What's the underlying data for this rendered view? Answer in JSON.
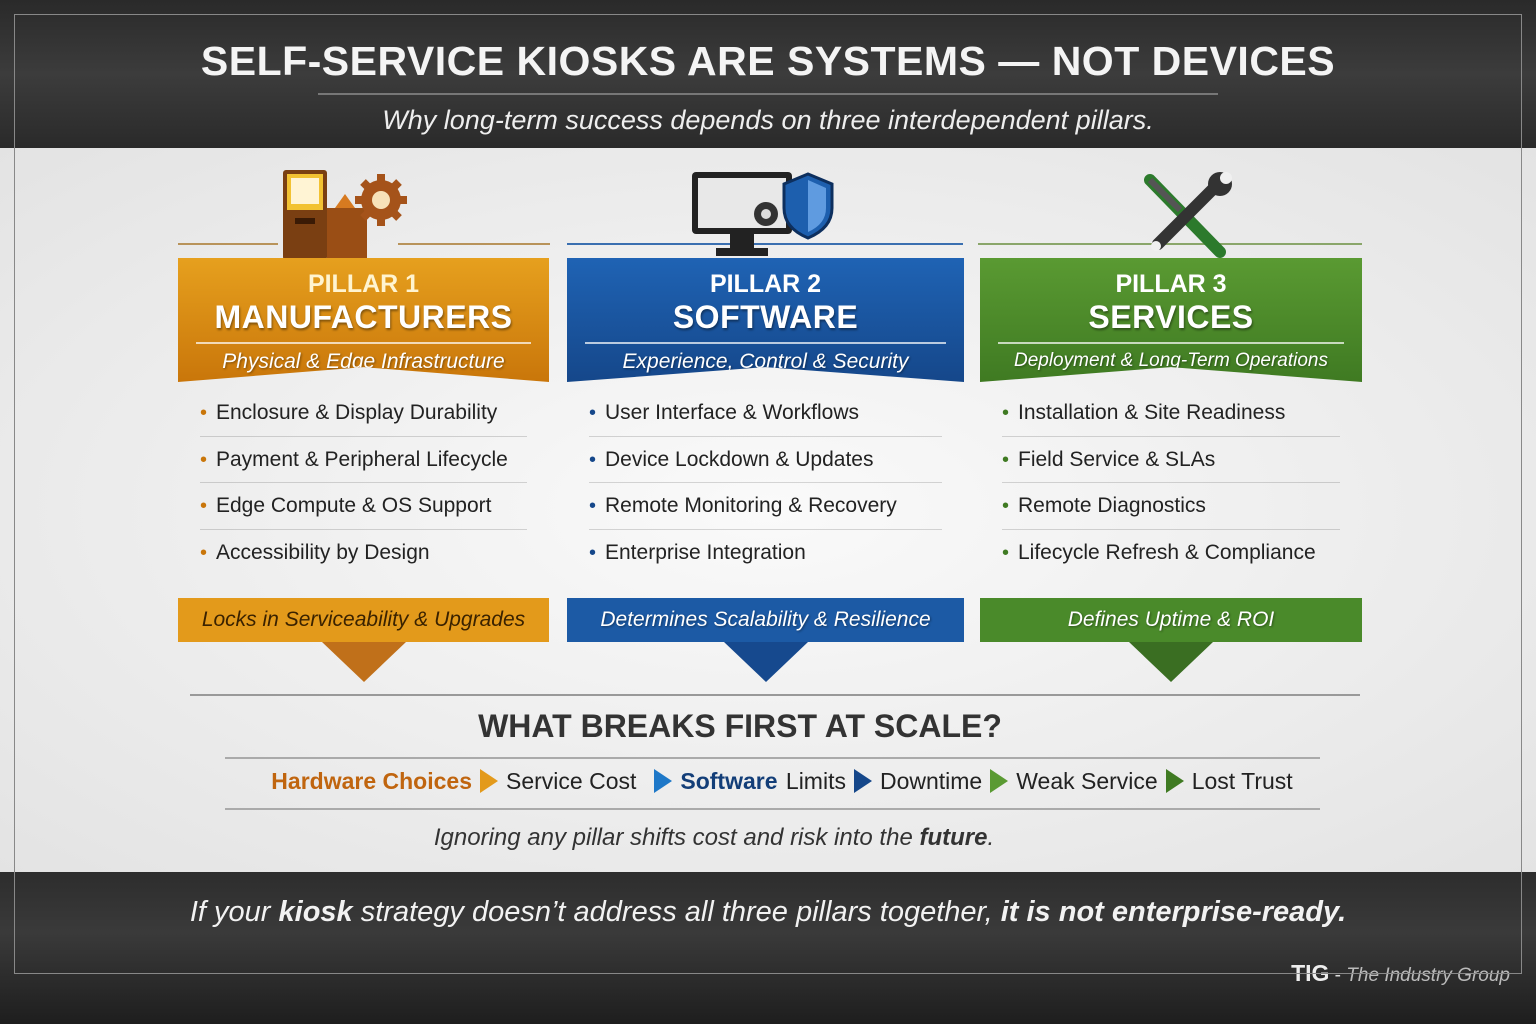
{
  "header": {
    "title": "SELF-SERVICE KIOSKS ARE SYSTEMS — NOT DEVICES",
    "subtitle": "Why long-term success depends on three interdependent pillars."
  },
  "colors": {
    "orange": "#d98a12",
    "blue": "#1a57a0",
    "green": "#4e8a2a"
  },
  "pillars": [
    {
      "label": "PILLAR 1",
      "name": "MANUFACTURERS",
      "subtitle": "Physical & Edge Infrastructure",
      "icon": "kiosk-gear-icon",
      "items": [
        "Enclosure & Display Durability",
        "Payment & Peripheral Lifecycle",
        "Edge Compute & OS Support",
        "Accessibility by Design"
      ],
      "footer": "Locks in Serviceability & Upgrades"
    },
    {
      "label": "PILLAR 2",
      "name": "SOFTWARE",
      "subtitle": "Experience, Control & Security",
      "icon": "monitor-shield-icon",
      "items": [
        "User Interface & Workflows",
        "Device Lockdown & Updates",
        "Remote Monitoring & Recovery",
        "Enterprise Integration"
      ],
      "footer": "Determines Scalability & Resilience"
    },
    {
      "label": "PILLAR 3",
      "name": "SERVICES",
      "subtitle": "Deployment & Long-Term Operations",
      "icon": "wrench-screwdriver-icon",
      "items": [
        "Installation & Site Readiness",
        "Field Service & SLAs",
        "Remote Diagnostics",
        "Lifecycle Refresh & Compliance"
      ],
      "footer": "Defines Uptime & ROI"
    }
  ],
  "scale": {
    "question": "WHAT BREAKS FIRST AT SCALE?",
    "chain": [
      "Hardware Choices",
      "Service Cost",
      "Software",
      "Limits",
      "Downtime",
      "Weak Service",
      "Lost Trust"
    ],
    "note_prefix": "Ignoring any pillar shifts cost and risk into the ",
    "note_emph": "future",
    "note_suffix": "."
  },
  "footer": {
    "p1": "If your ",
    "p2": "kiosk",
    "p3": " strategy doesn’t address all three pillars together, ",
    "p4": "it is not enterprise-ready.",
    "brand": "TIG",
    "brand_sep": " - ",
    "brand_name": "The Industry Group"
  }
}
